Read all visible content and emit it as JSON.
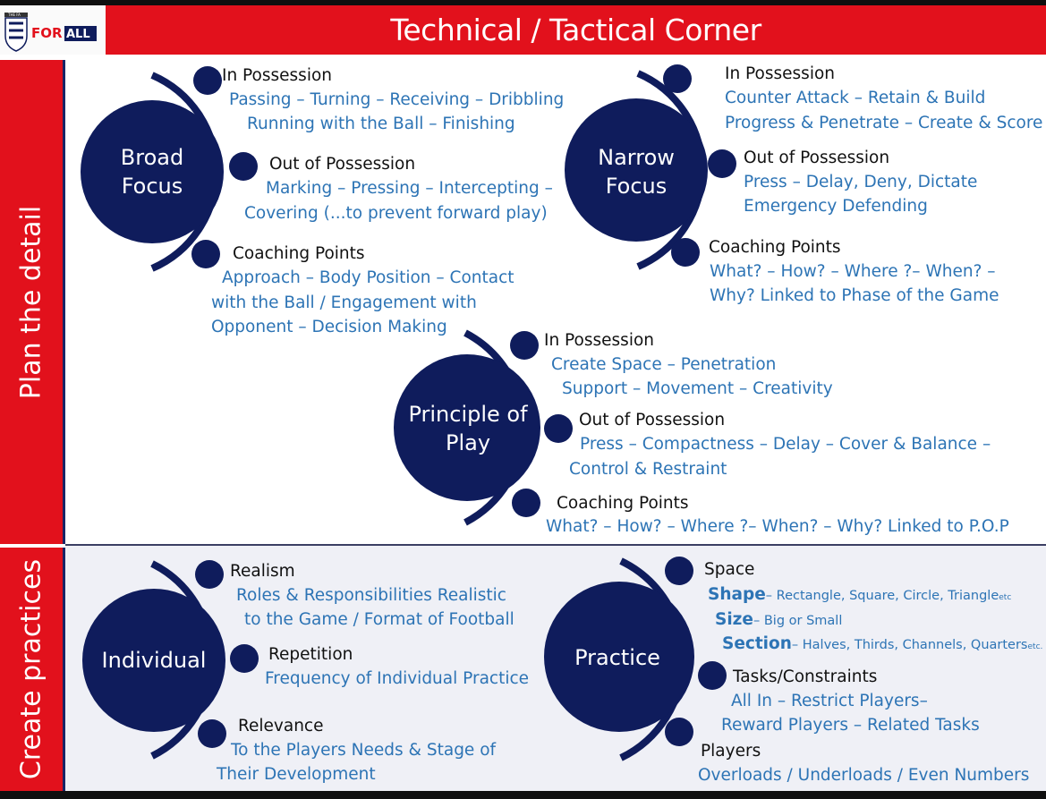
{
  "header": {
    "title": "Technical / Tactical Corner",
    "logo": {
      "badge_icon": "three-lions-crest-icon",
      "brand_text_1": "FOR",
      "brand_text_2": "ALL",
      "brand_caption": "THE FA"
    }
  },
  "sidebar": {
    "top_label": "Plan the detail",
    "bottom_label": "Create practices"
  },
  "colors": {
    "navy": "#0f1c5c",
    "red": "#e2111c",
    "blue_text": "#2d74b5",
    "panel_gray": "#eff0f6"
  },
  "plan": {
    "broad_focus": {
      "title": "Broad\nFocus",
      "in_possession": {
        "heading": "In Possession",
        "lines": [
          "Passing – Turning – Receiving – Dribbling",
          "Running with the Ball – Finishing"
        ]
      },
      "out_of_possession": {
        "heading": "Out of Possession",
        "lines": [
          "Marking – Pressing – Intercepting –",
          "Covering (...to prevent forward play)"
        ]
      },
      "coaching_points": {
        "heading": "Coaching Points",
        "lines": [
          "Approach – Body Position – Contact",
          "with the Ball / Engagement with",
          "Opponent – Decision Making"
        ]
      }
    },
    "narrow_focus": {
      "title": "Narrow\nFocus",
      "in_possession": {
        "heading": "In Possession",
        "lines": [
          "Counter Attack – Retain & Build",
          "Progress & Penetrate – Create & Score"
        ]
      },
      "out_of_possession": {
        "heading": "Out of Possession",
        "lines": [
          "Press – Delay, Deny, Dictate",
          "Emergency Defending"
        ]
      },
      "coaching_points": {
        "heading": "Coaching Points",
        "lines": [
          "What? – How? – Where ?– When? –",
          "Why? Linked to Phase of the Game"
        ]
      }
    },
    "principle_of_play": {
      "title": "Principle of\nPlay",
      "in_possession": {
        "heading": "In Possession",
        "lines": [
          "Create Space – Penetration",
          "Support – Movement – Creativity"
        ]
      },
      "out_of_possession": {
        "heading": "Out of Possession",
        "lines": [
          "Press – Compactness – Delay – Cover & Balance –",
          "Control & Restraint"
        ]
      },
      "coaching_points": {
        "heading": "Coaching Points",
        "lines": [
          "What? – How? – Where ?– When? – Why? Linked to P.O.P"
        ]
      }
    }
  },
  "practices": {
    "individual": {
      "title": "Individual",
      "realism": {
        "heading": "Realism",
        "lines": [
          "Roles & Responsibilities Realistic",
          "to the Game / Format of Football"
        ]
      },
      "repetition": {
        "heading": "Repetition",
        "lines": [
          "Frequency of Individual Practice"
        ]
      },
      "relevance": {
        "heading": "Relevance",
        "lines": [
          "To the Players Needs & Stage of",
          "Their Development"
        ]
      }
    },
    "practice": {
      "title": "Practice",
      "space": {
        "heading": "Space",
        "shape_label": "Shape",
        "shape_text": "– Rectangle, Square, Circle, Triangle",
        "shape_suffix": "etc",
        "size_label": "Size",
        "size_text": "– Big or Small",
        "section_label": "Section",
        "section_text": "– Halves, Thirds, Channels, Quarters",
        "section_suffix": "etc."
      },
      "tasks_constraints": {
        "heading": "Tasks/Constraints",
        "lines": [
          "All In – Restrict Players–",
          "Reward Players – Related Tasks"
        ]
      },
      "players": {
        "heading": "Players",
        "lines": [
          "Overloads / Underloads / Even Numbers"
        ]
      }
    }
  }
}
